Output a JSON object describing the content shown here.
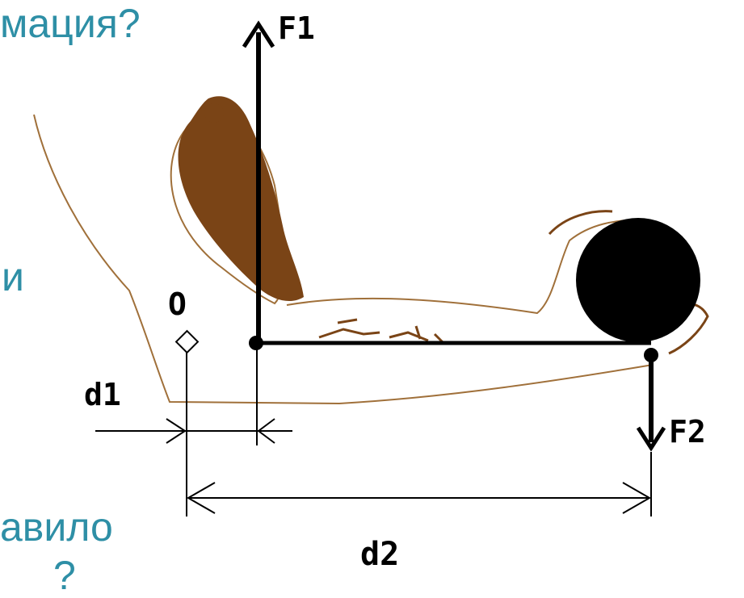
{
  "slide": {
    "text_top": "мация?",
    "text_middle": "и",
    "text_bottom": "авило",
    "text_bottom_clipped": "?"
  },
  "diagram": {
    "force_up_label": "F1",
    "force_down_label": "F2",
    "pivot_label": "O",
    "arm_short_label": "d1",
    "arm_long_label": "d2"
  },
  "colors": {
    "slide_text": "#2e8fa6",
    "muscle": "#7a4416",
    "outline": "#a0703a",
    "ink": "#000000"
  }
}
